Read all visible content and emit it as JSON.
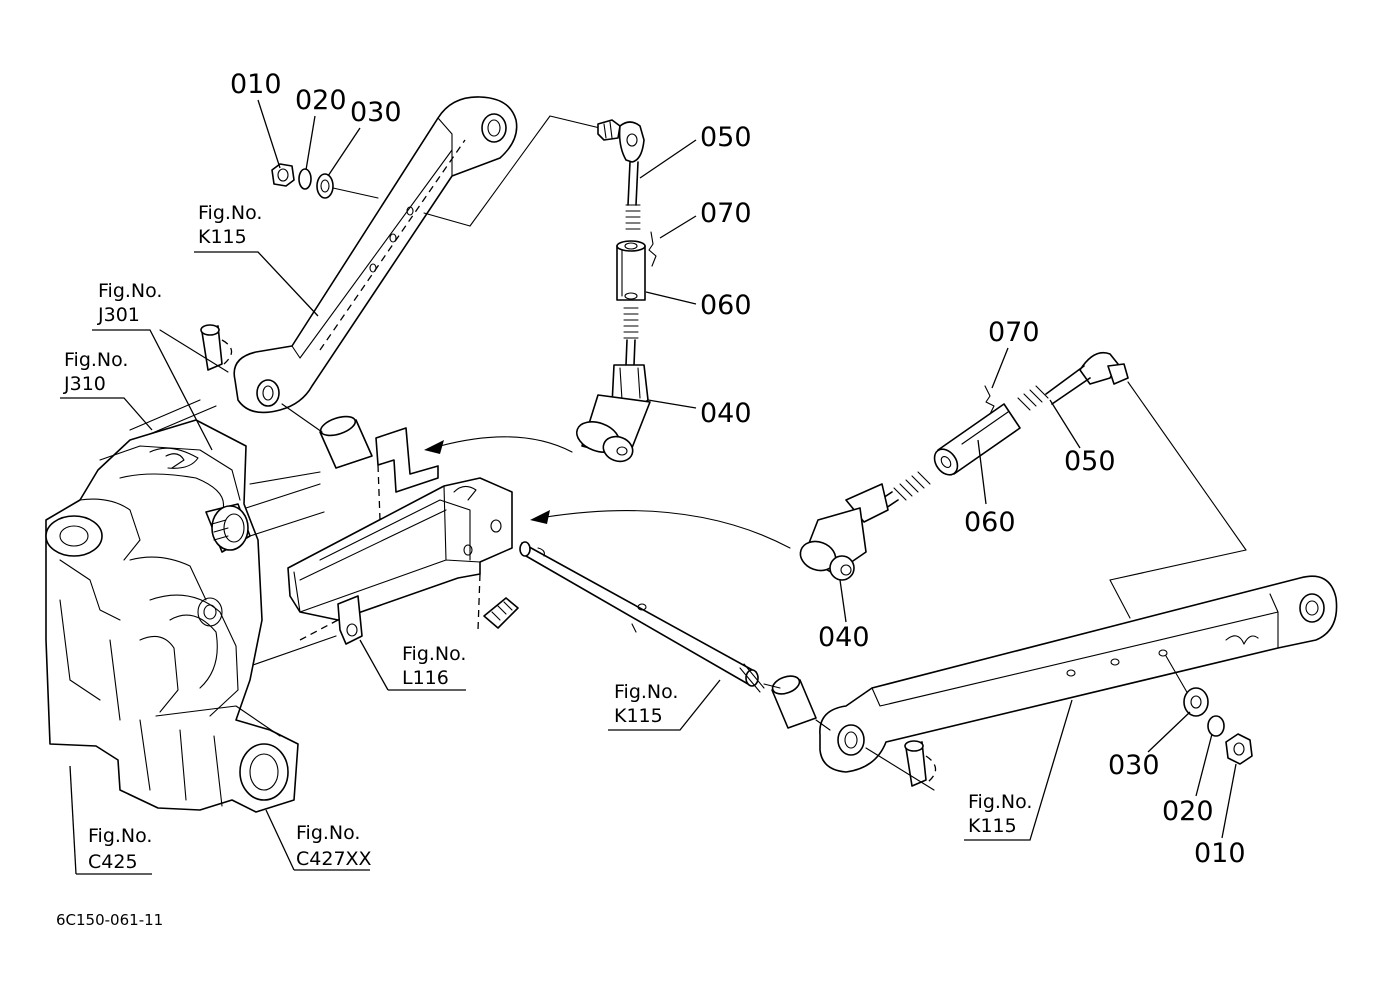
{
  "diagram_code": "6C150-061-11",
  "callouts": {
    "left_010": "010",
    "left_020": "020",
    "left_030": "030",
    "top_050": "050",
    "top_070": "070",
    "top_060": "060",
    "top_040": "040",
    "right_070": "070",
    "right_050": "050",
    "right_060": "060",
    "right_040": "040",
    "bottom_030": "030",
    "bottom_020": "020",
    "bottom_010": "010"
  },
  "references": {
    "fig_label": "Fig.No.",
    "upper_lift_arm": "K115",
    "frame_j301": "J301",
    "frame_j310": "J310",
    "cross_shaft": "K115",
    "bracket": "L116",
    "lower_lift_arm": "K115",
    "housing_c425": "C425",
    "housing_c427": "C427XX"
  }
}
